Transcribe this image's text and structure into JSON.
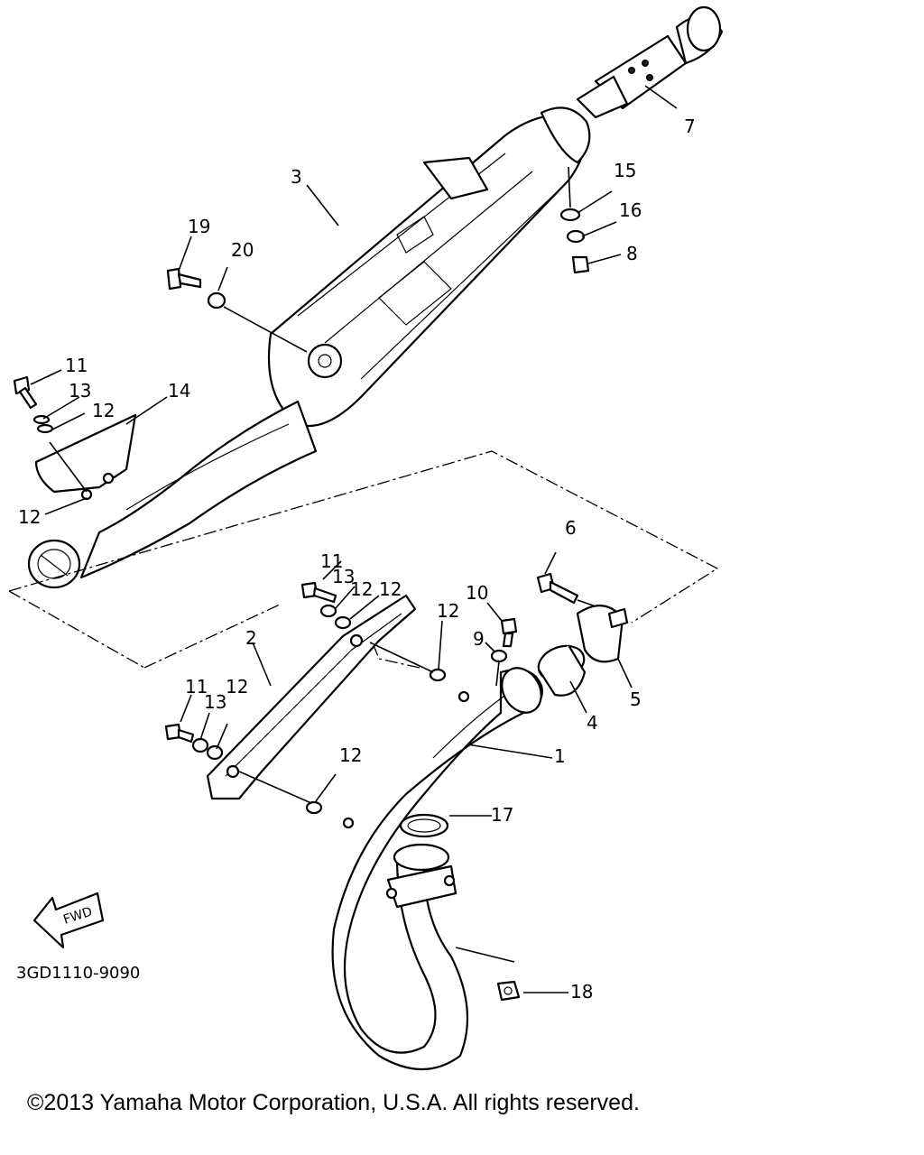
{
  "diagram": {
    "part_number_labels": [
      "1",
      "2",
      "3",
      "4",
      "5",
      "6",
      "7",
      "8",
      "9",
      "10",
      "11",
      "11",
      "11",
      "12",
      "12",
      "12",
      "12",
      "12",
      "12",
      "12",
      "13",
      "13",
      "13",
      "14",
      "15",
      "16",
      "17",
      "18",
      "19",
      "20"
    ],
    "fwd_label": "FWD",
    "drawing_code": "3GD1110-9090"
  },
  "footer": {
    "copyright": "©2013 Yamaha Motor Corporation, U.S.A. All rights reserved."
  }
}
